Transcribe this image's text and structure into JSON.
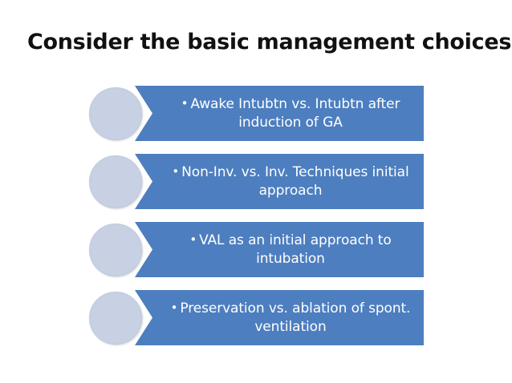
{
  "slide": {
    "title": "Consider the basic management choices",
    "background_color": "#ffffff",
    "title_color": "#111111",
    "accent_color": "#4D7EBF",
    "circle_color": "#C8D1E3",
    "text_color": "#FFFFFF",
    "bullet_glyph": "•",
    "items": [
      {
        "bullet": "•",
        "text": "Awake Intubtn vs. Intubtn after\ninduction of GA",
        "line1": "Awake Intubtn vs. Intubtn after",
        "line2": "induction of GA"
      },
      {
        "bullet": "•",
        "text": "Non-Inv. vs. Inv. Techniques initial\napproach",
        "line1": "Non-Inv. vs. Inv. Techniques initial",
        "line2": "approach"
      },
      {
        "bullet": "•",
        "text": "VAL  as an initial approach to\nintubation",
        "line1": "VAL  as an initial approach to",
        "line2": "intubation"
      },
      {
        "bullet": "•",
        "text": "Preservation vs. ablation of spont.\nventilation",
        "line1": "Preservation vs. ablation of spont.",
        "line2": "ventilation"
      }
    ]
  }
}
